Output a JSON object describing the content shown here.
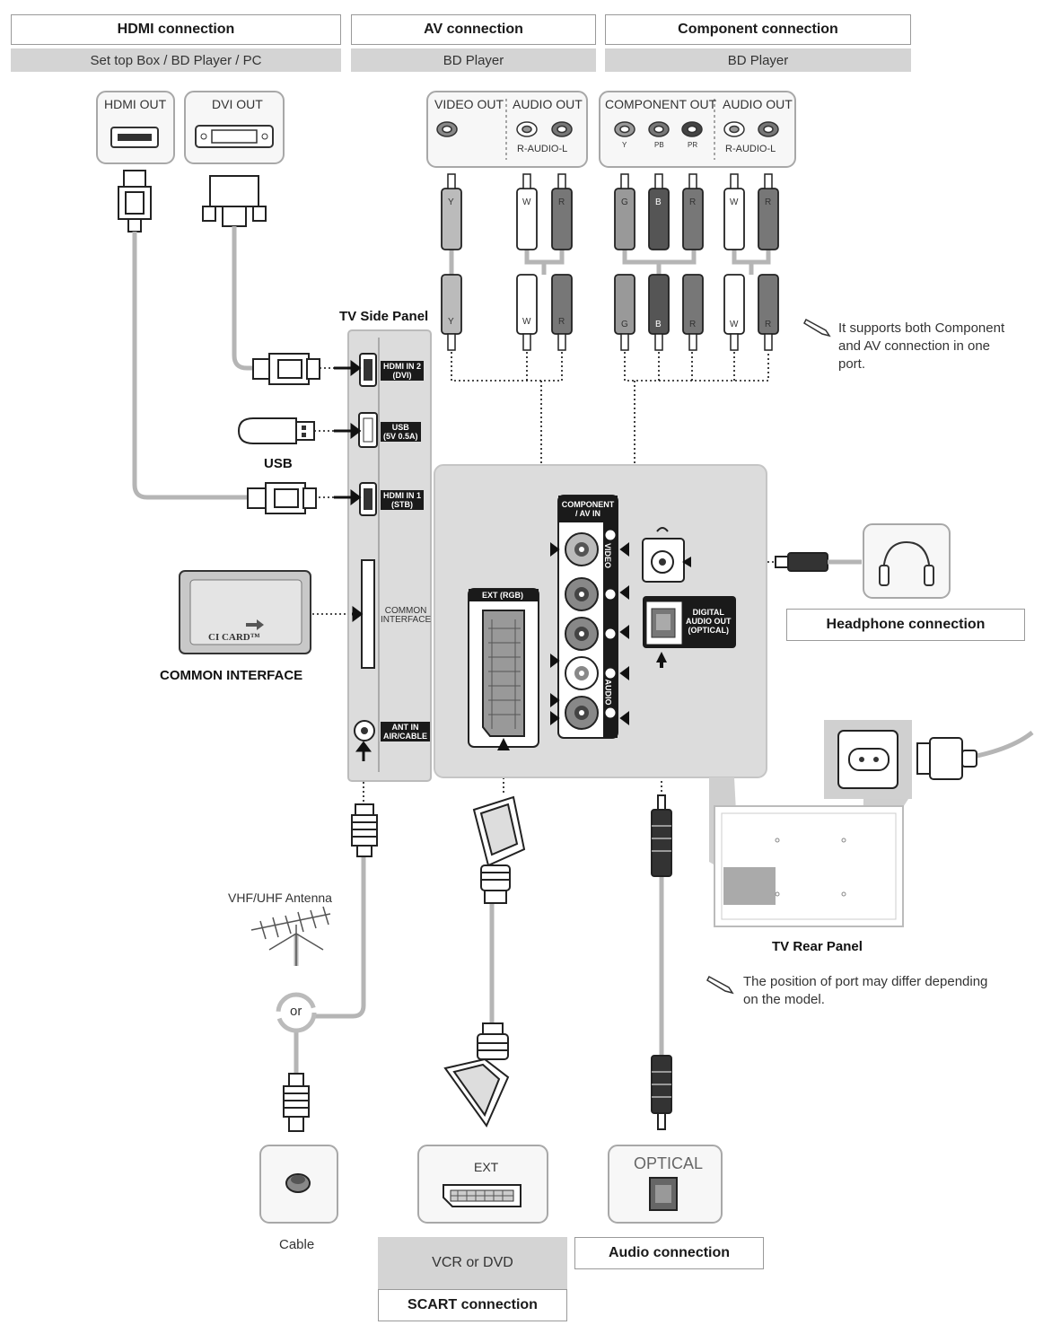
{
  "headers": {
    "hdmi": {
      "title": "HDMI connection",
      "sub": "Set top Box / BD Player / PC"
    },
    "av": {
      "title": "AV connection",
      "sub": "BD Player"
    },
    "component": {
      "title": "Component connection",
      "sub": "BD Player"
    }
  },
  "sources": {
    "hdmi_out": "HDMI OUT",
    "dvi_out": "DVI OUT",
    "video_out": "VIDEO OUT",
    "audio_out_av": "AUDIO OUT",
    "r_audio_l_av": "R-AUDIO-L",
    "component_out": "COMPONENT OUT",
    "audio_out_comp": "AUDIO OUT",
    "r_audio_l_comp": "R-AUDIO-L",
    "y": "Y",
    "pb": "PB",
    "pr": "PR"
  },
  "plugs": {
    "y": "Y",
    "w": "W",
    "r": "R",
    "g": "G",
    "b": "B"
  },
  "side_panel": {
    "title": "TV Side Panel",
    "hdmi_in2": "HDMI IN 2",
    "hdmi_in2_sub": "(DVI)",
    "usb": "USB",
    "usb_sub": "(5V 0.5A)",
    "hdmi_in1": "HDMI IN 1",
    "hdmi_in1_sub": "(STB)",
    "common_interface_1": "COMMON",
    "common_interface_2": "INTERFACE",
    "ant_in": "ANT IN",
    "ant_in_sub": "AIR/CABLE"
  },
  "side_devices": {
    "usb_label": "USB",
    "ci_card": "CI CARD™",
    "common_interface": "COMMON INTERFACE"
  },
  "rear_ports": {
    "component_av_in_1": "COMPONENT",
    "component_av_in_2": "/ AV IN",
    "video": "VIDEO",
    "audio": "AUDIO",
    "ext_rgb": "EXT (RGB)",
    "digital_audio_1": "DIGITAL",
    "digital_audio_2": "AUDIO OUT",
    "digital_audio_3": "(OPTICAL)"
  },
  "notes": {
    "component_note_1": "It supports both Component",
    "component_note_2": "and AV connection in one",
    "component_note_3": "port.",
    "rear_note_1": "The position of port may differ depending",
    "rear_note_2": "on the model."
  },
  "labels": {
    "headphone_connection": "Headphone connection",
    "tv_rear_panel": "TV Rear Panel",
    "antenna": "VHF/UHF Antenna",
    "or": "or",
    "cable": "Cable",
    "ext": "EXT",
    "optical": "OPTICAL",
    "vcr_dvd": "VCR or DVD",
    "scart_connection": "SCART connection",
    "audio_connection": "Audio connection"
  }
}
